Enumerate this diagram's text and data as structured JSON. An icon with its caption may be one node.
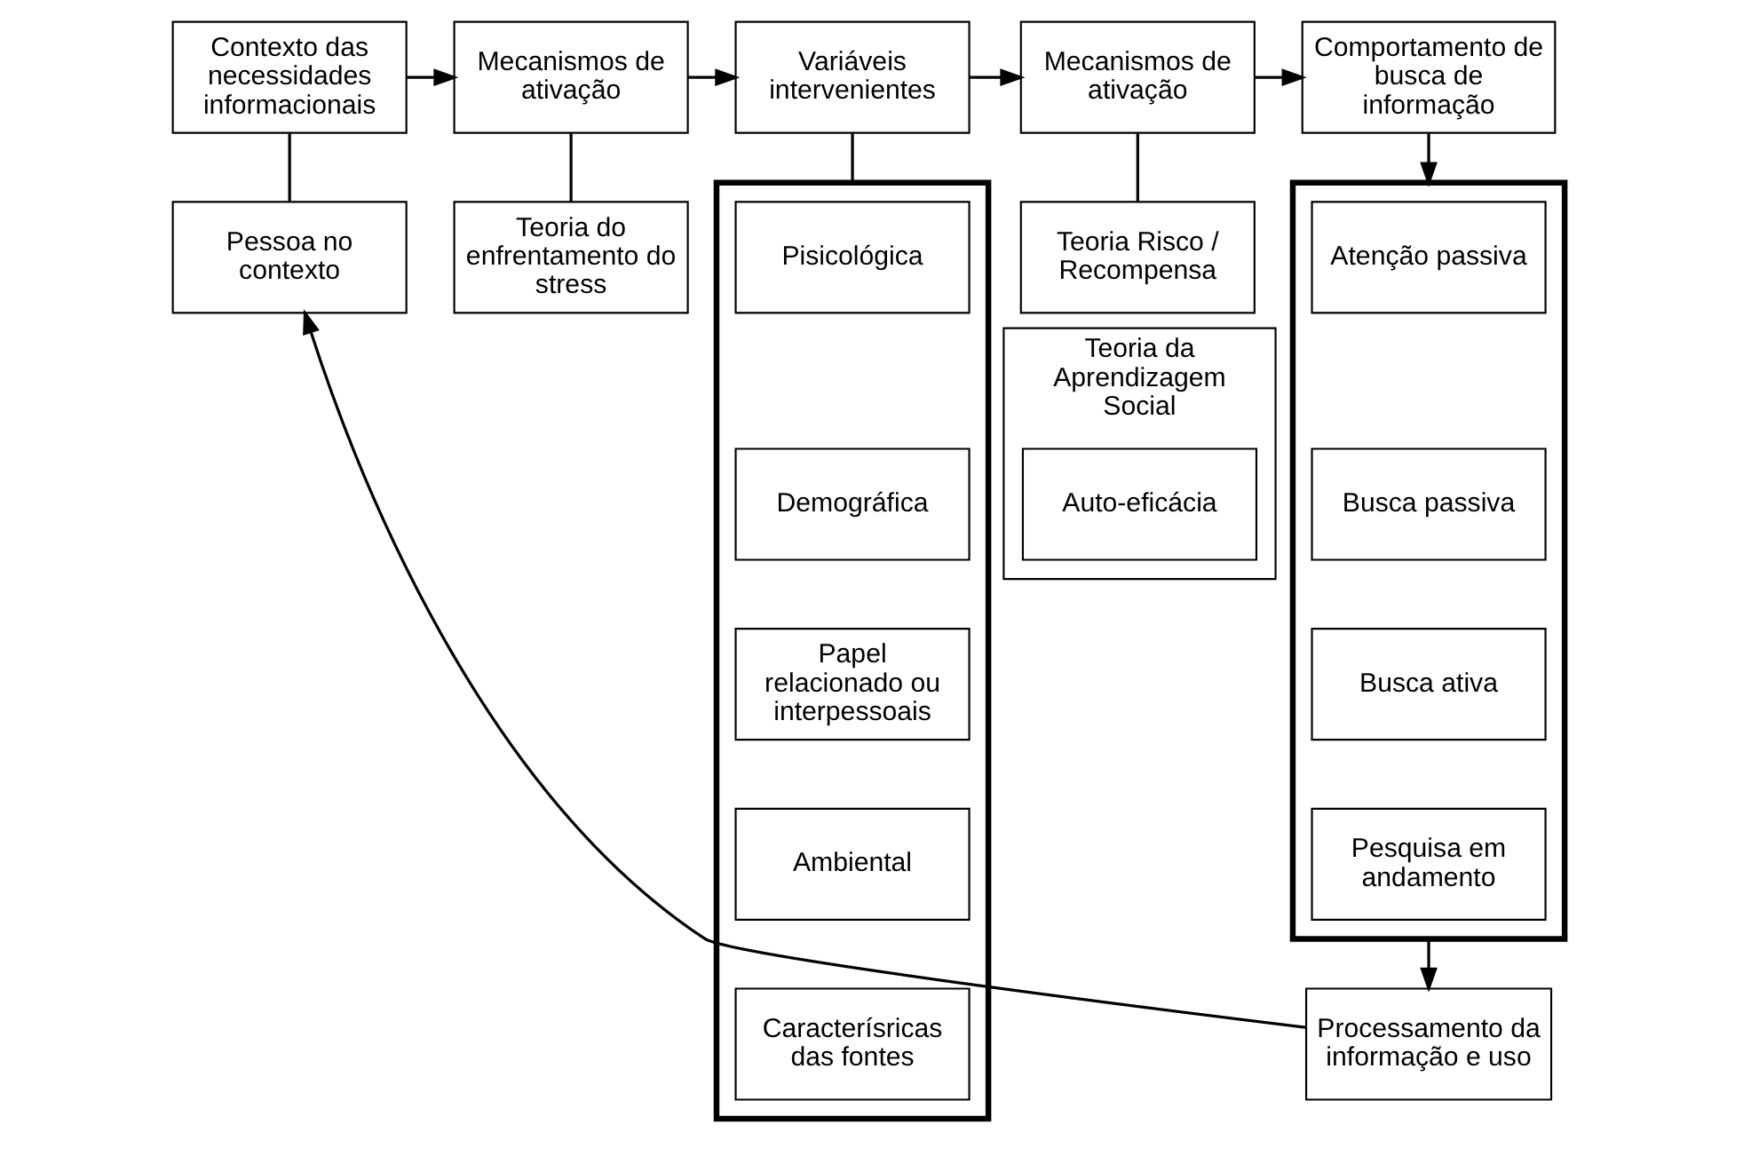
{
  "diagram": {
    "nodes": [
      {
        "text": [
          "Contexto das necessidades informacionais"
        ]
      },
      {
        "text": [
          "Mecanismos de ativação"
        ]
      },
      {
        "text": [
          "Variáveis intervenientes"
        ]
      },
      {
        "text": [
          "Mecanismos de ativação"
        ]
      },
      {
        "text": [
          "Comportamento de busca de informação"
        ]
      },
      {
        "text": [
          "Pessoa no contexto"
        ]
      },
      {
        "text": [
          "Teoria do enfrentamento do stress"
        ]
      },
      {
        "text": [],
        "shape": "box"
      },
      {
        "text": [
          "Pisicológica"
        ],
        "in": 7
      },
      {
        "text": [
          "Demográfica"
        ],
        "in": 7
      },
      {
        "text": [
          "Papel relacionado ou interpessoais"
        ],
        "in": 7
      },
      {
        "text": [
          "Ambiental"
        ],
        "in": 7
      },
      {
        "text": [
          "Caracterísricas das fontes"
        ],
        "in": 7
      },
      {
        "text": [
          "Teoria Risco / Recompensa"
        ]
      },
      {
        "text": [
          "Teoria da Aprendizagem Social"
        ]
      },
      {
        "text": [
          "Auto-eficácia"
        ],
        "in": 14
      },
      {
        "text": [],
        "shape": "box"
      },
      {
        "text": [
          "Atenção passiva"
        ],
        "in": 16
      },
      {
        "text": [
          "Busca passiva"
        ],
        "in": 16
      },
      {
        "text": [
          "Busca ativa"
        ],
        "in": 16
      },
      {
        "text": [
          "Pesquisa em andamento"
        ],
        "in": 16
      },
      {
        "text": [
          "Processamento da informação e uso"
        ]
      }
    ],
    "edges": [
      {
        "from": 0,
        "to": 1,
        "arrow": "to"
      },
      {
        "from": 1,
        "to": 2,
        "arrow": "to"
      },
      {
        "from": 2,
        "to": 3,
        "arrow": "to"
      },
      {
        "from": 3,
        "to": 4,
        "arrow": "to"
      },
      {
        "from": 0,
        "to": 5,
        "arrow": "none"
      },
      {
        "from": 1,
        "to": 6,
        "arrow": "none"
      },
      {
        "from": 2,
        "to": 7,
        "arrow": "none"
      },
      {
        "from": 3,
        "to": 13,
        "arrow": "none"
      },
      {
        "from": 4,
        "to": 16,
        "arrow": "to"
      },
      {
        "from": 16,
        "to": 21,
        "arrow": "to"
      },
      {
        "from": 21,
        "to": 5,
        "arrow": "to"
      }
    ]
  }
}
